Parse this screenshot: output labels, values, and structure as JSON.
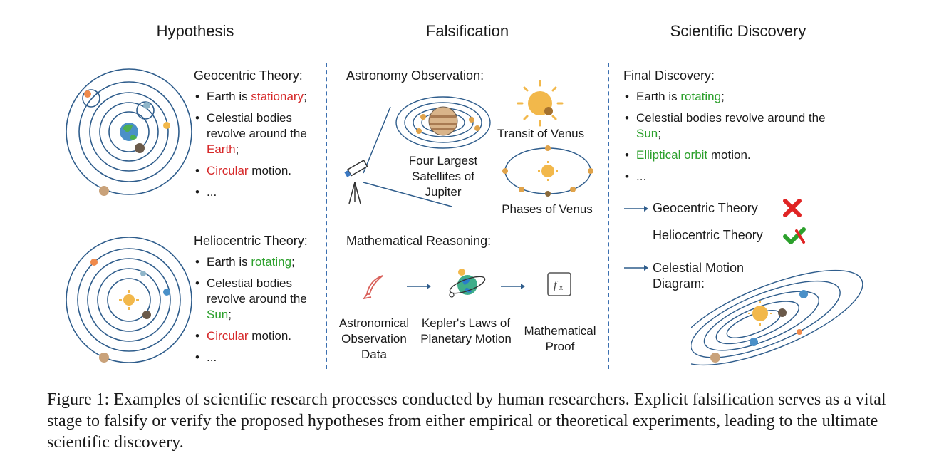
{
  "columns": {
    "hypothesis": "Hypothesis",
    "falsification": "Falsification",
    "discovery": "Scientific Discovery"
  },
  "geocentric": {
    "heading": "Geocentric Theory:",
    "items": [
      {
        "pre": "Earth is ",
        "hl": "stationary",
        "post": ";"
      },
      {
        "pre": "Celestial bodies revolve around the ",
        "hl": "Earth",
        "post": ";"
      },
      {
        "pre": "",
        "hl": "Circular",
        "post": " motion."
      },
      {
        "pre": "...",
        "hl": "",
        "post": ""
      }
    ]
  },
  "heliocentric": {
    "heading": "Heliocentric Theory:",
    "items": [
      {
        "pre": "Earth is ",
        "hl": "rotating",
        "post": ";"
      },
      {
        "pre": "Celestial bodies revolve around the ",
        "hl": "Sun",
        "post": ";"
      },
      {
        "pre": "",
        "hl": "Circular",
        "post": " motion."
      },
      {
        "pre": "...",
        "hl": "",
        "post": ""
      }
    ]
  },
  "astronomy": {
    "heading": "Astronomy Observation:",
    "jupiter_label": "Four Largest Satellites of Jupiter",
    "transit_label": "Transit of Venus",
    "phases_label": "Phases of Venus"
  },
  "math": {
    "heading": "Mathematical Reasoning:",
    "step1": "Astronomical Observation Data",
    "step2": "Kepler's Laws of Planetary Motion",
    "step3": "Mathematical Proof"
  },
  "final": {
    "heading": "Final Discovery:",
    "items": [
      {
        "pre": "Earth is ",
        "hl": "rotating",
        "post": ";"
      },
      {
        "pre": "Celestial bodies revolve around the ",
        "hl": "Sun",
        "post": ";"
      },
      {
        "pre": "",
        "hl": "Elliptical orbit",
        "post": " motion."
      },
      {
        "pre": "...",
        "hl": "",
        "post": ""
      }
    ],
    "geo_result": "Geocentric Theory",
    "helio_result": "Heliocentric Theory",
    "diagram_label": "Celestial Motion Diagram:"
  },
  "caption": "Figure 1: Examples of scientific research processes conducted by human researchers. Explicit falsification serves as a vital stage to falsify or verify the proposed hypotheses from either empirical or theoretical experiments, leading to the ultimate scientific discovery.",
  "colors": {
    "orbit": "#2f5d8c",
    "red": "#d62728",
    "green": "#2ca02c",
    "sun": "#f2b84b",
    "divider": "#3b6fb0"
  }
}
